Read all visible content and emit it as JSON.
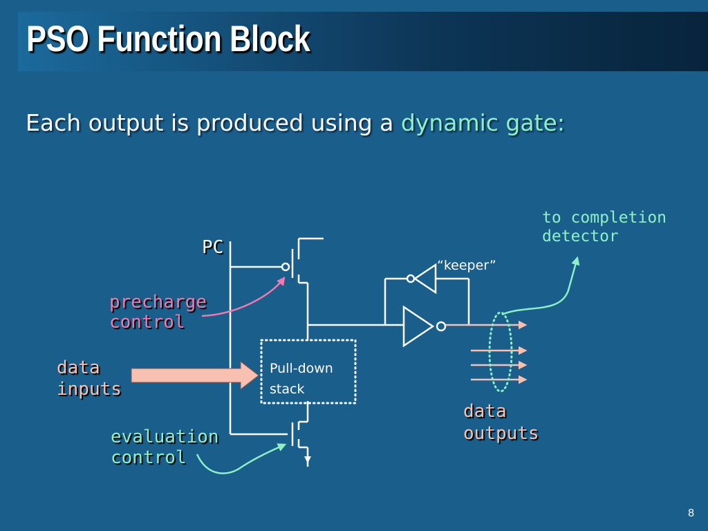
{
  "slide": {
    "title": "PSO Function Block",
    "subtitle_prefix": "Each output is produced using a ",
    "subtitle_highlight": "dynamic gate:",
    "page_number": "8"
  },
  "diagram": {
    "pc_label": "PC",
    "precharge_line1": "precharge",
    "precharge_line2": "control",
    "data_inputs_line1": "data",
    "data_inputs_line2": "inputs",
    "evaluation_line1": "evaluation",
    "evaluation_line2": "control",
    "pulldown_line1": "Pull-down",
    "pulldown_line2": "stack",
    "keeper_label": "“keeper”",
    "completion_line1": "to completion",
    "completion_line2": "detector",
    "data_outputs_line1": "data",
    "data_outputs_line2": "outputs"
  },
  "colors": {
    "background": "#1a5e8c",
    "precharge": "#f07ab0",
    "data_inputs": "#f8c0b0",
    "evaluation": "#8ef0c4",
    "completion": "#8ef0c4",
    "data_outputs": "#f8c0b0",
    "wire": "#ffffff"
  }
}
